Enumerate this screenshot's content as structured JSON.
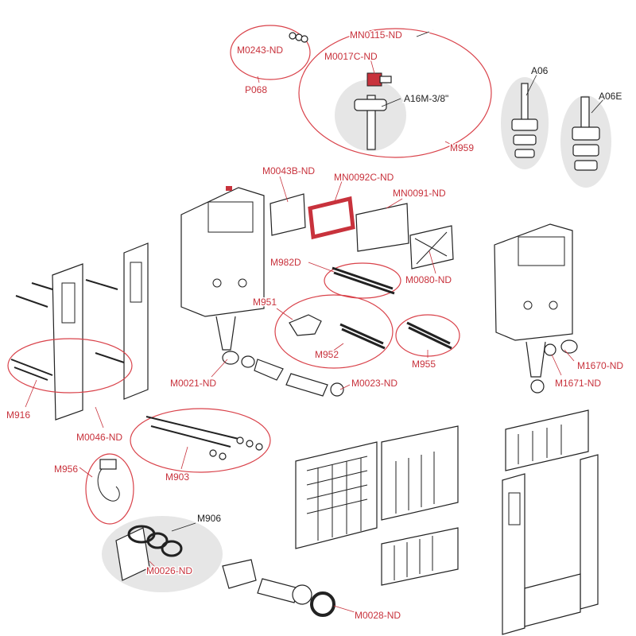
{
  "labels": {
    "m0243": "M0243-ND",
    "p068": "P068",
    "mn0115": "MN0115-ND",
    "m0017c": "M0017C-ND",
    "a16m": "A16M-3/8\"",
    "m959": "M959",
    "a06": "A06",
    "a06e": "A06E",
    "m0043b": "M0043B-ND",
    "mn0092c": "MN0092C-ND",
    "mn0091": "MN0091-ND",
    "m982d": "M982D",
    "m0080": "M0080-ND",
    "m951": "M951",
    "m952": "M952",
    "m955": "M955",
    "m0021": "M0021-ND",
    "m0023": "M0023-ND",
    "m1670": "M1670-ND",
    "m1671": "M1671-ND",
    "m916": "M916",
    "m0046": "M0046-ND",
    "m903": "M903",
    "m956": "M956",
    "m906": "M906",
    "m0026": "M0026-ND",
    "m0028": "M0028-ND"
  },
  "colors": {
    "accent": "#c8323c",
    "highlight_ring": "#d9424a",
    "highlight_fill": "#e6e6e6",
    "line": "#222222"
  }
}
